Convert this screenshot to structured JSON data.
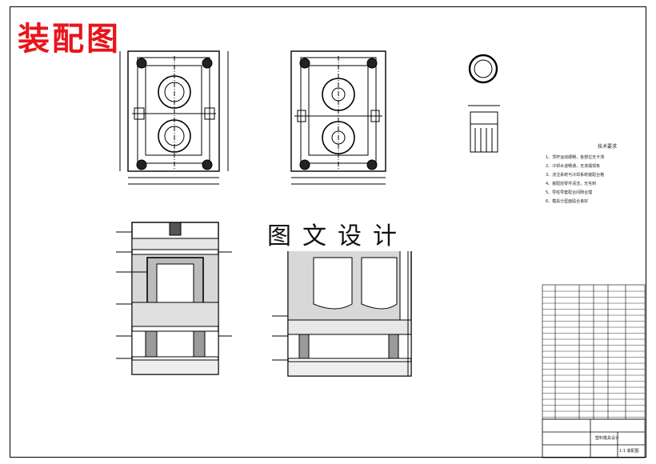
{
  "drawing": {
    "title": "装配图",
    "watermark": "图文设计",
    "requirements": {
      "heading": "技术要求",
      "lines": [
        "1、顶杆运动顺畅，各部位无卡滞",
        "2、冷却水道畅通，无渗漏现象",
        "3、浇注系统与冷却系统装配合格",
        "4、装配前零件清洁，无毛刺",
        "5、导柱导套配合间隙合理",
        "6、模具分型面贴合良好"
      ]
    },
    "titleblock": {
      "name": "塑料模具设计",
      "drawing_no": "1:1 装配图"
    }
  }
}
